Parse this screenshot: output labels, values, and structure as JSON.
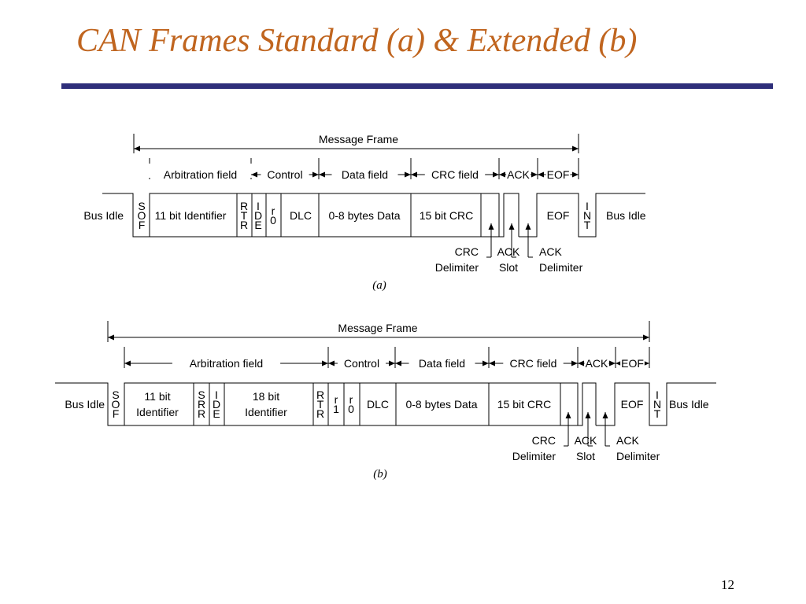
{
  "slide": {
    "title": "CAN Frames Standard (a) & Extended (b)",
    "title_color": "#c0651f",
    "rule_color": "#2e2e7a",
    "page_number": "12"
  },
  "frame_a": {
    "caption": "(a)",
    "message_frame_label": "Message Frame",
    "bus_idle_left": "Bus Idle",
    "bus_idle_right": "Bus Idle",
    "field_labels": [
      "Arbitration field",
      "Control",
      "Data field",
      "CRC field",
      "ACK",
      "EOF"
    ],
    "cells": [
      {
        "id": "sof",
        "lines": [
          "S",
          "O",
          "F"
        ]
      },
      {
        "id": "identifier",
        "lines": [
          "11 bit Identifier"
        ]
      },
      {
        "id": "rtr",
        "lines": [
          "R",
          "T",
          "R"
        ]
      },
      {
        "id": "ide",
        "lines": [
          "I",
          "D",
          "E"
        ]
      },
      {
        "id": "r0",
        "lines": [
          "r",
          "0"
        ]
      },
      {
        "id": "dlc",
        "lines": [
          "DLC"
        ]
      },
      {
        "id": "data",
        "lines": [
          "0-8 bytes Data"
        ]
      },
      {
        "id": "crc",
        "lines": [
          "15 bit CRC"
        ]
      },
      {
        "id": "eof",
        "lines": [
          "EOF"
        ]
      },
      {
        "id": "int",
        "lines": [
          "I",
          "N",
          "T"
        ]
      }
    ],
    "annotations": [
      {
        "id": "crc-delimiter",
        "lines": [
          "CRC",
          "Delimiter"
        ]
      },
      {
        "id": "ack-slot",
        "lines": [
          "ACK",
          "Slot"
        ]
      },
      {
        "id": "ack-delimiter",
        "lines": [
          "ACK",
          "Delimiter"
        ]
      }
    ]
  },
  "frame_b": {
    "caption": "(b)",
    "message_frame_label": "Message Frame",
    "bus_idle_left": "Bus Idle",
    "bus_idle_right": "Bus Idle",
    "field_labels": [
      "Arbitration field",
      "Control",
      "Data field",
      "CRC field",
      "ACK",
      "EOF"
    ],
    "cells": [
      {
        "id": "sof",
        "lines": [
          "S",
          "O",
          "F"
        ]
      },
      {
        "id": "identifier-11",
        "lines": [
          "11 bit",
          "Identifier"
        ]
      },
      {
        "id": "srr",
        "lines": [
          "S",
          "R",
          "R"
        ]
      },
      {
        "id": "ide",
        "lines": [
          "I",
          "D",
          "E"
        ]
      },
      {
        "id": "identifier-18",
        "lines": [
          "18 bit",
          "Identifier"
        ]
      },
      {
        "id": "rtr",
        "lines": [
          "R",
          "T",
          "R"
        ]
      },
      {
        "id": "r1",
        "lines": [
          "r",
          "1"
        ]
      },
      {
        "id": "r0",
        "lines": [
          "r",
          "0"
        ]
      },
      {
        "id": "dlc",
        "lines": [
          "DLC"
        ]
      },
      {
        "id": "data",
        "lines": [
          "0-8 bytes Data"
        ]
      },
      {
        "id": "crc",
        "lines": [
          "15 bit CRC"
        ]
      },
      {
        "id": "eof",
        "lines": [
          "EOF"
        ]
      },
      {
        "id": "int",
        "lines": [
          "I",
          "N",
          "T"
        ]
      }
    ],
    "annotations": [
      {
        "id": "crc-delimiter",
        "lines": [
          "CRC",
          "Delimiter"
        ]
      },
      {
        "id": "ack-slot",
        "lines": [
          "ACK",
          "Slot"
        ]
      },
      {
        "id": "ack-delimiter",
        "lines": [
          "ACK",
          "Delimiter"
        ]
      }
    ]
  }
}
